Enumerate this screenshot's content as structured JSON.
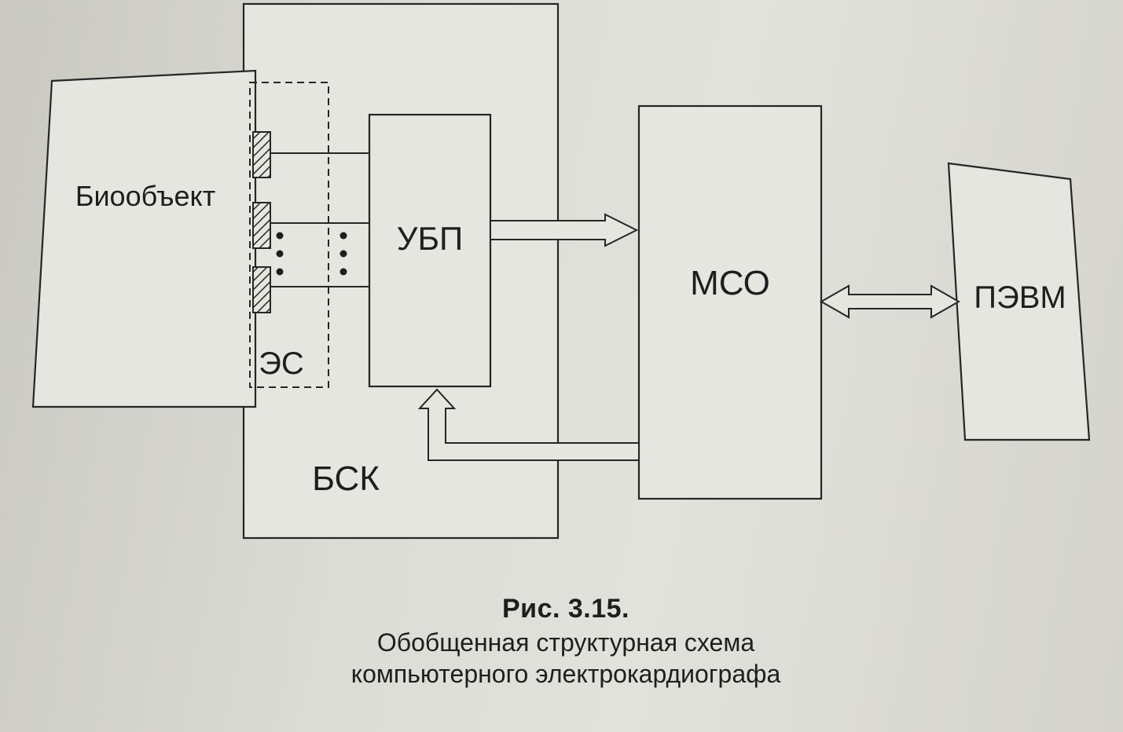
{
  "blocks": {
    "bioobject": "Биообъект",
    "es": "ЭС",
    "ubp": "УБП",
    "bsk": "БСК",
    "mso": "МСО",
    "pevm": "ПЭВМ"
  },
  "caption": {
    "figure_number": "Рис. 3.15.",
    "line1": "Обобщенная структурная схема",
    "line2": "компьютерного электрокардиографа"
  },
  "colors": {
    "ink": "#262626",
    "paper": "#e6e6e0"
  }
}
